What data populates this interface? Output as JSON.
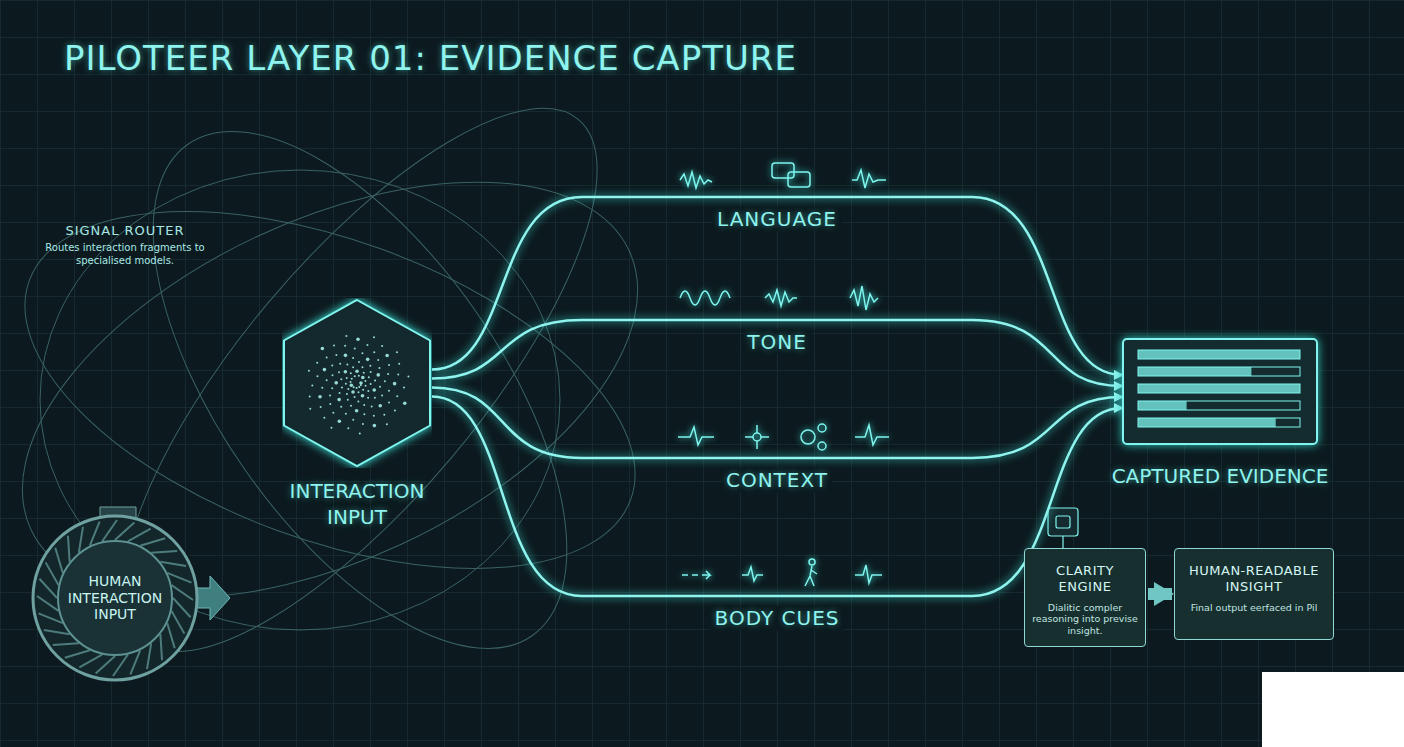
{
  "diagram": {
    "title": "PILOTEER LAYER 01: EVIDENCE CAPTURE",
    "nodes": [
      {
        "text": [
          "HUMAN INTERACTION INPUT"
        ]
      },
      {
        "text": [
          "INTERACTION INPUT"
        ]
      },
      {
        "text": [
          "CAPTURED EVIDENCE"
        ]
      },
      {
        "text": [
          "CLARITY ENGINE",
          "Dialitic compler reasoning into previse insight."
        ]
      },
      {
        "text": [
          "HUMAN-READABLE INSIGHT",
          "Final output eerfaced in Pil"
        ]
      }
    ],
    "edges": [
      {
        "from": 1,
        "to": 2,
        "arrow": "to",
        "label": "LANGUAGE"
      },
      {
        "from": 1,
        "to": 2,
        "arrow": "to",
        "label": "TONE"
      },
      {
        "from": 1,
        "to": 2,
        "arrow": "to",
        "label": "CONTEXT"
      },
      {
        "from": 1,
        "to": 2,
        "arrow": "to",
        "label": "BODY CUES"
      },
      {
        "from": 3,
        "to": 4,
        "arrow": "to"
      }
    ],
    "labels": [
      "SIGNAL ROUTER",
      "Routes interaction fragments to specialised models."
    ]
  }
}
